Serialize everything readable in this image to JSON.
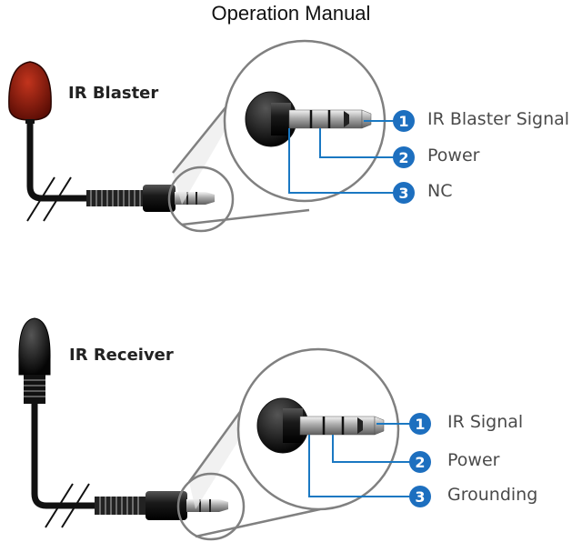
{
  "title": "Operation Manual",
  "colors": {
    "wire": "#1a78c2",
    "badge": "#1d6fbf",
    "ir_blaster_head": "#8a1a0c",
    "outline": "#808080"
  },
  "diagrams": [
    {
      "device": "IR Blaster",
      "pins": [
        {
          "number": "1",
          "label": "IR Blaster Signal"
        },
        {
          "number": "2",
          "label": "Power"
        },
        {
          "number": "3",
          "label": "NC"
        }
      ]
    },
    {
      "device": "IR Receiver",
      "pins": [
        {
          "number": "1",
          "label": "IR Signal"
        },
        {
          "number": "2",
          "label": "Power"
        },
        {
          "number": "3",
          "label": "Grounding"
        }
      ]
    }
  ]
}
